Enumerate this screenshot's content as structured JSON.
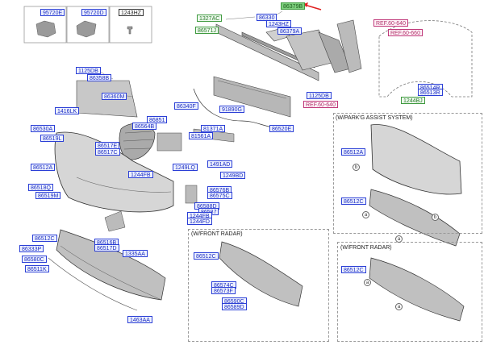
{
  "colors": {
    "label_border": "#2b3fd6",
    "highlight": "#7fd07f",
    "ref": "#c0397a",
    "arrow": "#e02020"
  },
  "top_parts": [
    {
      "code": "95720E"
    },
    {
      "code": "95720D"
    },
    {
      "code": "1243HZ"
    }
  ],
  "labels": {
    "l_1327AC": "1327AC",
    "l_86571J": "86571J",
    "l_86330": "86330",
    "l_1243HZ_a": "1243HZ",
    "l_86379A": "86379A",
    "l_86379_hl": "86379B",
    "l_REF6054": "REF.60-640",
    "l_REF6066": "REF.60-660",
    "l_86514R": "86514R",
    "l_86513R": "86513R",
    "l_1244BJ": "1244BJ",
    "l_1125DB_a": "1125DB",
    "l_REF6064_b": "REF.60-640",
    "l_86358B": "86358B",
    "l_86360M": "86360M",
    "l_1125DB_b": "1125DB",
    "l_1416LK": "1416LK",
    "l_86340F": "86340F",
    "l_91890G": "91890G",
    "l_86520E": "86520E",
    "l_86851": "86851",
    "l_86564B": "86564B",
    "l_81371A": "81371A",
    "l_81561A": "81561A",
    "l_86530A": "86530A",
    "l_86519L": "86519L",
    "l_86517E": "86517E",
    "l_86517C": "86517C",
    "l_1249LQ": "1249LQ",
    "l_1491AD": "1491AD",
    "l_86512A": "86512A",
    "l_1244FB": "1244FB",
    "l_1249BD": "1249BD",
    "l_86518Q": "86518Q",
    "l_86576B": "86576B",
    "l_86575C": "86575C",
    "l_86519M": "86519M",
    "l_86588D": "86588D",
    "l_86587": "86587",
    "l_1244FB_b": "1244FB",
    "l_1244FD": "1244FD",
    "l_86512C": "86512C",
    "l_86333P": "86333P",
    "l_86580C": "86580C",
    "l_86511K": "86511K",
    "l_86516B": "86516B",
    "l_86517D": "86517D",
    "l_1335AA": "1335AA",
    "l_1463AA": "1463AA",
    "l_86512A_pa": "86512A",
    "l_86512C_pa": "86512C",
    "l_86512C_fr": "86512C",
    "l_86574C": "86574C",
    "l_86573F": "86573F",
    "l_86590C": "86590C",
    "l_86589D": "86589D",
    "l_86512C_fr2": "86512C"
  },
  "section_titles": {
    "park_assist": "(W/PARK'G ASSIST SYSTEM)",
    "front_radar_1": "(W/FRONT RADAR)",
    "front_radar_2": "(W/FRONT RADAR)"
  },
  "callouts": {
    "a": "a",
    "b": "b"
  }
}
